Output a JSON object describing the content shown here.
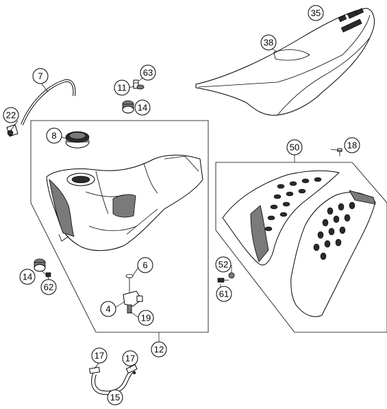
{
  "diagram": {
    "callouts": [
      {
        "id": "c35",
        "label": "35"
      },
      {
        "id": "c38",
        "label": "38"
      },
      {
        "id": "c7",
        "label": "7"
      },
      {
        "id": "c63",
        "label": "63"
      },
      {
        "id": "c11",
        "label": "11"
      },
      {
        "id": "c14a",
        "label": "14"
      },
      {
        "id": "c22",
        "label": "22"
      },
      {
        "id": "c8",
        "label": "8"
      },
      {
        "id": "c50",
        "label": "50"
      },
      {
        "id": "c18",
        "label": "18"
      },
      {
        "id": "c6",
        "label": "6"
      },
      {
        "id": "c14b",
        "label": "14"
      },
      {
        "id": "c62",
        "label": "62"
      },
      {
        "id": "c4",
        "label": "4"
      },
      {
        "id": "c19",
        "label": "19"
      },
      {
        "id": "c52",
        "label": "52"
      },
      {
        "id": "c61",
        "label": "61"
      },
      {
        "id": "c12",
        "label": "12"
      },
      {
        "id": "c17a",
        "label": "17"
      },
      {
        "id": "c17b",
        "label": "17"
      },
      {
        "id": "c15",
        "label": "15"
      }
    ]
  }
}
